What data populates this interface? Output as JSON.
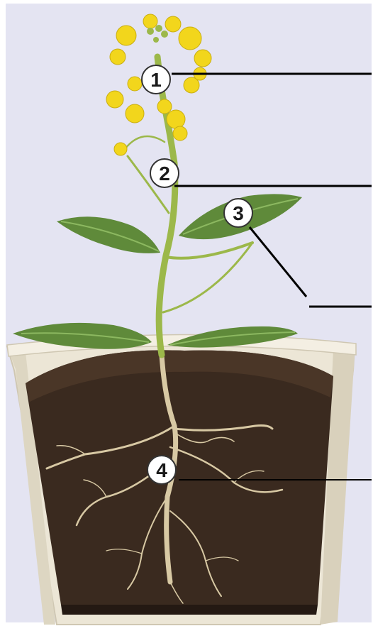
{
  "diagram": {
    "subject": "mustard-plant-in-pot",
    "colors": {
      "background": "#e4e4f2",
      "pot": "#ece6d6",
      "pot_shadow": "#cfc7b2",
      "soil": "#3a2a1f",
      "soil_dark": "#241913",
      "stem": "#9cb84a",
      "leaf": "#5f8a3a",
      "leaf_light": "#8cb860",
      "flower": "#f2d61c",
      "root": "#d8c9a4",
      "leader_line": "#000000"
    },
    "markers": [
      {
        "id": 1,
        "label": "1",
        "part": "flower"
      },
      {
        "id": 2,
        "label": "2",
        "part": "stem"
      },
      {
        "id": 3,
        "label": "3",
        "part": "leaf"
      },
      {
        "id": 4,
        "label": "4",
        "part": "root"
      }
    ]
  }
}
